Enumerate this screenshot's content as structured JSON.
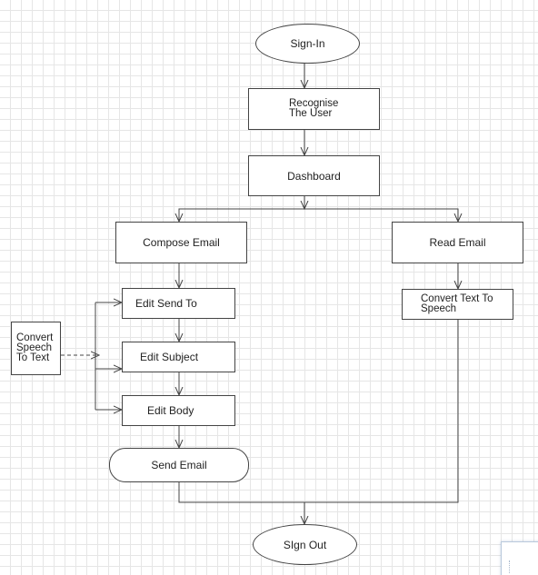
{
  "nodes": {
    "sign_in": "Sign-In",
    "recognise_user": "Recognise\nThe User",
    "dashboard": "Dashboard",
    "compose_email": "Compose Email",
    "read_email": "Read Email",
    "edit_send_to": "Edit Send To",
    "edit_subject": "Edit Subject",
    "edit_body": "Edit Body",
    "send_email": "Send Email",
    "convert_speech_to_text": "Convert\nSpeech\nTo Text",
    "convert_text_to_speech": "Convert Text To\nSpeech",
    "sign_out": "SIgn Out"
  },
  "colors": {
    "line": "#444444",
    "grid": "#e6e6e6"
  }
}
